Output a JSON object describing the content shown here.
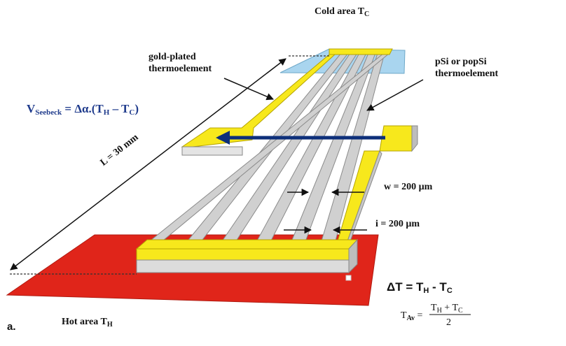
{
  "labels": {
    "cold_area": "Cold area T",
    "cold_area_sub": "C",
    "hot_area": "Hot area T",
    "hot_area_sub": "H",
    "gold_line1": "gold-plated",
    "gold_line2": "thermoelement",
    "psi_line1": "pSi or popSi",
    "psi_line2": "thermoelement",
    "length": "L = 30 mm",
    "width": "w = 200 µm",
    "spacing": "i = 200 µm",
    "panel": "a."
  },
  "equations": {
    "seebeck_v": "V",
    "seebeck_sub": "Seebeck",
    "seebeck_rhs": " = Δα.(T",
    "seebeck_h": "H",
    "seebeck_mid": " – T",
    "seebeck_c": "C",
    "seebeck_end": ")",
    "delta_t": "ΔT = T",
    "delta_t_h": "H",
    "delta_t_mid": " - T",
    "delta_t_c": "C",
    "tav": "T",
    "tav_sub": "Av",
    "tav_eq": " =",
    "tav_num": "T",
    "tav_num_h": "H",
    "tav_num_plus": " + T",
    "tav_num_c": "C",
    "tav_den": "2"
  },
  "colors": {
    "hot": "#e0251a",
    "cold": "#a9d5ef",
    "gold": "#f7e81c",
    "gold_edge": "#c9b800",
    "strip": "#d0d0d0",
    "strip_edge": "#8a8a8a",
    "arrow": "#0d2f7a",
    "equation": "#1f3b8c"
  }
}
